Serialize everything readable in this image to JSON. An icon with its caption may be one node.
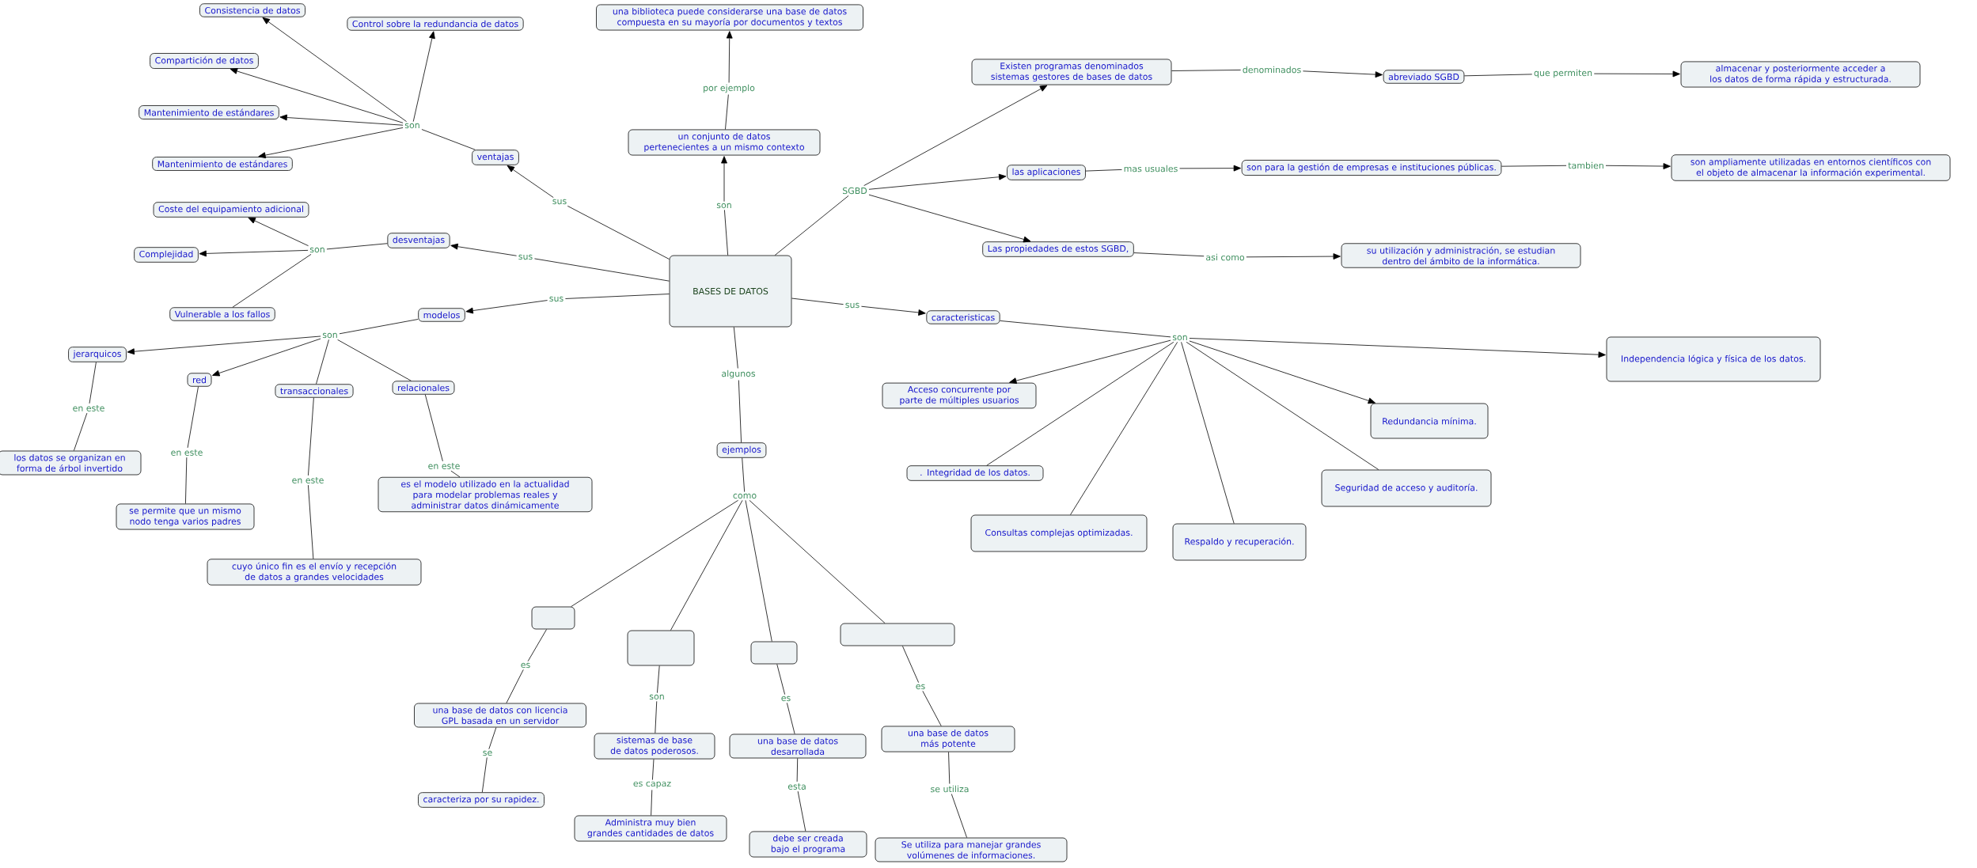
{
  "diagram": {
    "nodes": [
      {
        "text": [
          "BASES DE DATOS"
        ]
      },
      {
        "text": [
          "ventajas"
        ]
      },
      {
        "text": [
          "desventajas"
        ]
      },
      {
        "text": [
          "modelos"
        ]
      },
      {
        "text": [
          "caracteristicas"
        ]
      },
      {
        "text": [
          "ejemplos"
        ]
      },
      {
        "text": [
          "un conjunto de datos pertenecientes a un mismo contexto"
        ]
      },
      {
        "text": [
          "una biblioteca puede considerarse una base de datos compuesta en su mayoría por documentos y textos"
        ]
      },
      {
        "text": [
          "Existen programas denominados sistemas gestores de bases de datos"
        ]
      },
      {
        "text": [
          "abreviado SGBD"
        ]
      },
      {
        "text": [
          "almacenar y posteriormente acceder a los datos de forma rápida y estructurada."
        ]
      },
      {
        "text": [
          "las aplicaciones"
        ]
      },
      {
        "text": [
          "son para la gestión de empresas e instituciones públicas."
        ]
      },
      {
        "text": [
          "son ampliamente utilizadas en entornos científicos con el objeto de almacenar la información experimental."
        ]
      },
      {
        "text": [
          "Las propiedades de estos SGBD,"
        ]
      },
      {
        "text": [
          "su utilización y administración, se estudian dentro del ámbito de la informática."
        ]
      },
      {
        "text": [
          "Consistencia de datos"
        ]
      },
      {
        "text": [
          "Control sobre la redundancia de datos"
        ]
      },
      {
        "text": [
          "Compartición de datos"
        ]
      },
      {
        "text": [
          "Mantenimiento de estándares"
        ]
      },
      {
        "text": [
          "Mantenimiento de estándares"
        ]
      },
      {
        "text": [
          "Coste del equipamiento adicional"
        ]
      },
      {
        "text": [
          "Complejidad"
        ]
      },
      {
        "text": [
          "Vulnerable a los fallos"
        ]
      },
      {
        "text": [
          "jerarquicos"
        ]
      },
      {
        "text": [
          "red"
        ]
      },
      {
        "text": [
          "transaccionales"
        ]
      },
      {
        "text": [
          "relacionales"
        ]
      },
      {
        "text": [
          "los datos se organizan en forma de árbol invertido"
        ]
      },
      {
        "text": [
          "se permite que un mismo nodo tenga varios padres"
        ]
      },
      {
        "text": [
          "cuyo único fin es el envío y recepción de datos a grandes velocidades"
        ]
      },
      {
        "text": [
          "es el modelo utilizado en la actualidad para modelar problemas reales y administrar datos dinámicamente"
        ]
      },
      {
        "text": [
          "Independencia lógica y física de los datos."
        ]
      },
      {
        "text": [
          "Acceso concurrente por parte de múltiples usuarios"
        ]
      },
      {
        "text": [
          "Redundancia mínima."
        ]
      },
      {
        "text": [
          ". Integridad de los datos."
        ]
      },
      {
        "text": [
          "Seguridad de acceso y auditoría."
        ]
      },
      {
        "text": [
          "Consultas complejas optimizadas."
        ]
      },
      {
        "text": [
          "Respaldo y recuperación."
        ]
      },
      {
        "text": [],
        "shape": "box"
      },
      {
        "text": [],
        "shape": "box"
      },
      {
        "text": [],
        "shape": "box"
      },
      {
        "text": [],
        "shape": "box"
      },
      {
        "text": [
          "una base de datos con licencia GPL basada en un servidor"
        ]
      },
      {
        "text": [
          "caracteriza por su rapidez."
        ]
      },
      {
        "text": [
          "sistemas de base de datos poderosos."
        ]
      },
      {
        "text": [
          "Administra muy bien grandes cantidades de datos"
        ]
      },
      {
        "text": [
          "una base de datos desarrollada"
        ]
      },
      {
        "text": [
          "debe ser creada bajo el programa"
        ]
      },
      {
        "text": [
          "una base de datos más potente"
        ]
      },
      {
        "text": [
          "Se utiliza para manejar grandes volúmenes de informaciones."
        ]
      },
      {
        "text": [
          "son"
        ]
      },
      {
        "text": [
          "sus"
        ]
      },
      {
        "text": [
          "sus"
        ]
      },
      {
        "text": [
          "son"
        ]
      },
      {
        "text": [
          "sus"
        ]
      },
      {
        "text": [
          "son"
        ]
      },
      {
        "text": [
          "en este"
        ]
      },
      {
        "text": [
          "en este"
        ]
      },
      {
        "text": [
          "en este"
        ]
      },
      {
        "text": [
          "en este"
        ]
      },
      {
        "text": [
          "son"
        ]
      },
      {
        "text": [
          "por ejemplo"
        ]
      },
      {
        "text": [
          "SGBD"
        ]
      },
      {
        "text": [
          "denominados"
        ]
      },
      {
        "text": [
          "que permiten"
        ]
      },
      {
        "text": [
          "mas usuales"
        ]
      },
      {
        "text": [
          "tambien"
        ]
      },
      {
        "text": [
          "asi como"
        ]
      },
      {
        "text": [
          "sus"
        ]
      },
      {
        "text": [
          "son"
        ]
      },
      {
        "text": [
          "algunos"
        ]
      },
      {
        "text": [
          "como"
        ]
      },
      {
        "text": [
          "es"
        ]
      },
      {
        "text": [
          "se"
        ]
      },
      {
        "text": [
          "son"
        ]
      },
      {
        "text": [
          "es capaz"
        ]
      },
      {
        "text": [
          "es"
        ]
      },
      {
        "text": [
          "esta"
        ]
      },
      {
        "text": [
          "es"
        ]
      },
      {
        "text": [
          "se utiliza"
        ]
      }
    ],
    "edges": [
      {
        "from": 0,
        "to": 52,
        "arrow": "none"
      },
      {
        "from": 52,
        "to": 1,
        "arrow": "to"
      },
      {
        "from": 1,
        "to": 51,
        "arrow": "none"
      },
      {
        "from": 51,
        "to": 16,
        "arrow": "to"
      },
      {
        "from": 51,
        "to": 17,
        "arrow": "to"
      },
      {
        "from": 51,
        "to": 18,
        "arrow": "to"
      },
      {
        "from": 51,
        "to": 19,
        "arrow": "to"
      },
      {
        "from": 51,
        "to": 20,
        "arrow": "to"
      },
      {
        "from": 0,
        "to": 53,
        "arrow": "none"
      },
      {
        "from": 53,
        "to": 2,
        "arrow": "to"
      },
      {
        "from": 2,
        "to": 54,
        "arrow": "none"
      },
      {
        "from": 54,
        "to": 21,
        "arrow": "to"
      },
      {
        "from": 54,
        "to": 22,
        "arrow": "to"
      },
      {
        "from": 54,
        "to": 23,
        "arrow": "none"
      },
      {
        "from": 0,
        "to": 55,
        "arrow": "none"
      },
      {
        "from": 55,
        "to": 3,
        "arrow": "to"
      },
      {
        "from": 3,
        "to": 56,
        "arrow": "none"
      },
      {
        "from": 56,
        "to": 24,
        "arrow": "to"
      },
      {
        "from": 56,
        "to": 25,
        "arrow": "to"
      },
      {
        "from": 56,
        "to": 26,
        "arrow": "none"
      },
      {
        "from": 56,
        "to": 27,
        "arrow": "none"
      },
      {
        "from": 24,
        "to": 57,
        "arrow": "none"
      },
      {
        "from": 57,
        "to": 28,
        "arrow": "none"
      },
      {
        "from": 25,
        "to": 58,
        "arrow": "none"
      },
      {
        "from": 58,
        "to": 29,
        "arrow": "none"
      },
      {
        "from": 26,
        "to": 59,
        "arrow": "none"
      },
      {
        "from": 59,
        "to": 30,
        "arrow": "none"
      },
      {
        "from": 27,
        "to": 60,
        "arrow": "none"
      },
      {
        "from": 60,
        "to": 31,
        "arrow": "none"
      },
      {
        "from": 0,
        "to": 61,
        "arrow": "none"
      },
      {
        "from": 61,
        "to": 6,
        "arrow": "to"
      },
      {
        "from": 6,
        "to": 62,
        "arrow": "none"
      },
      {
        "from": 62,
        "to": 7,
        "arrow": "to"
      },
      {
        "from": 0,
        "to": 63,
        "arrow": "none"
      },
      {
        "from": 63,
        "to": 8,
        "arrow": "to"
      },
      {
        "from": 63,
        "to": 11,
        "arrow": "to"
      },
      {
        "from": 63,
        "to": 14,
        "arrow": "to"
      },
      {
        "from": 8,
        "to": 64,
        "arrow": "none"
      },
      {
        "from": 64,
        "to": 9,
        "arrow": "to"
      },
      {
        "from": 9,
        "to": 65,
        "arrow": "none"
      },
      {
        "from": 65,
        "to": 10,
        "arrow": "to"
      },
      {
        "from": 11,
        "to": 66,
        "arrow": "none"
      },
      {
        "from": 66,
        "to": 12,
        "arrow": "to"
      },
      {
        "from": 12,
        "to": 67,
        "arrow": "none"
      },
      {
        "from": 67,
        "to": 13,
        "arrow": "to"
      },
      {
        "from": 14,
        "to": 68,
        "arrow": "none"
      },
      {
        "from": 68,
        "to": 15,
        "arrow": "to"
      },
      {
        "from": 0,
        "to": 69,
        "arrow": "none"
      },
      {
        "from": 69,
        "to": 4,
        "arrow": "to"
      },
      {
        "from": 4,
        "to": 70,
        "arrow": "none"
      },
      {
        "from": 70,
        "to": 32,
        "arrow": "to"
      },
      {
        "from": 70,
        "to": 33,
        "arrow": "to"
      },
      {
        "from": 70,
        "to": 34,
        "arrow": "to"
      },
      {
        "from": 70,
        "to": 35,
        "arrow": "none"
      },
      {
        "from": 70,
        "to": 36,
        "arrow": "none"
      },
      {
        "from": 70,
        "to": 37,
        "arrow": "none"
      },
      {
        "from": 70,
        "to": 38,
        "arrow": "none"
      },
      {
        "from": 0,
        "to": 71,
        "arrow": "none"
      },
      {
        "from": 71,
        "to": 5,
        "arrow": "none"
      },
      {
        "from": 5,
        "to": 72,
        "arrow": "none"
      },
      {
        "from": 72,
        "to": 39,
        "arrow": "none"
      },
      {
        "from": 72,
        "to": 40,
        "arrow": "none"
      },
      {
        "from": 72,
        "to": 41,
        "arrow": "none"
      },
      {
        "from": 72,
        "to": 42,
        "arrow": "none"
      },
      {
        "from": 39,
        "to": 73,
        "arrow": "none"
      },
      {
        "from": 73,
        "to": 43,
        "arrow": "none"
      },
      {
        "from": 43,
        "to": 74,
        "arrow": "none"
      },
      {
        "from": 74,
        "to": 44,
        "arrow": "none"
      },
      {
        "from": 40,
        "to": 75,
        "arrow": "none"
      },
      {
        "from": 75,
        "to": 45,
        "arrow": "none"
      },
      {
        "from": 45,
        "to": 76,
        "arrow": "none"
      },
      {
        "from": 76,
        "to": 46,
        "arrow": "none"
      },
      {
        "from": 41,
        "to": 77,
        "arrow": "none"
      },
      {
        "from": 77,
        "to": 47,
        "arrow": "none"
      },
      {
        "from": 47,
        "to": 78,
        "arrow": "none"
      },
      {
        "from": 78,
        "to": 48,
        "arrow": "none"
      },
      {
        "from": 42,
        "to": 79,
        "arrow": "none"
      },
      {
        "from": 79,
        "to": 49,
        "arrow": "none"
      },
      {
        "from": 49,
        "to": 80,
        "arrow": "none"
      },
      {
        "from": 80,
        "to": 50,
        "arrow": "none"
      }
    ]
  }
}
